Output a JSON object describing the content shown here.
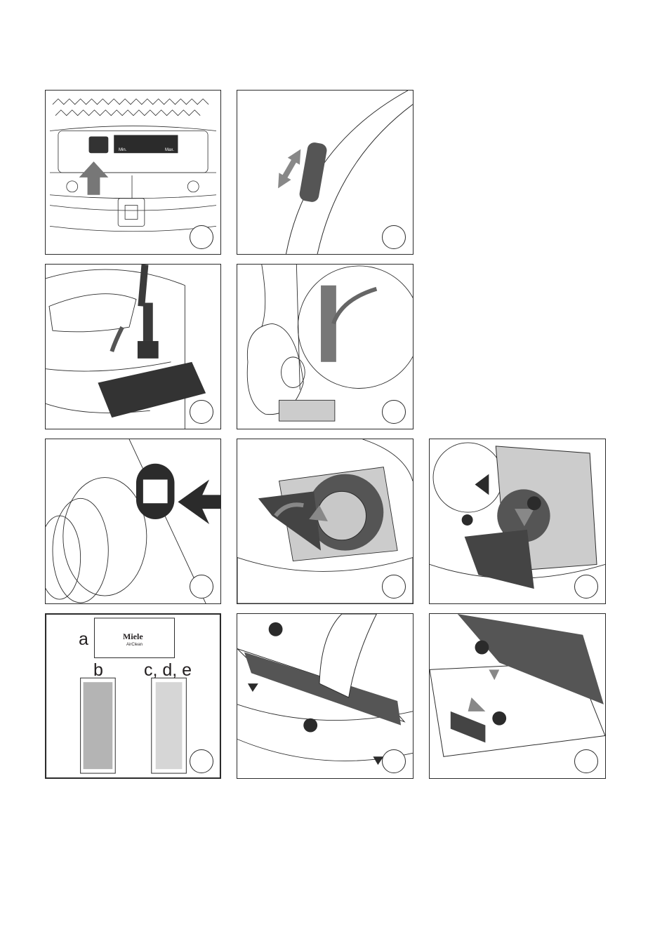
{
  "panels": [
    {
      "id": "p1",
      "content": "control panel with bag indicator"
    },
    {
      "id": "p2"
    },
    {
      "id": "p3"
    },
    {
      "id": "p4"
    },
    {
      "id": "p5"
    },
    {
      "id": "p6"
    },
    {
      "id": "p7"
    },
    {
      "id": "p8"
    },
    {
      "id": "p9"
    },
    {
      "id": "p10"
    }
  ],
  "indicator": {
    "min_left": "Min.",
    "max_right": "Max."
  },
  "filter_labels": {
    "a": "a",
    "b": "b",
    "cde": "c, d, e"
  },
  "airclean": {
    "brand": "Miele",
    "product": "AirClean"
  },
  "colors": {
    "line": "#2b2b2b",
    "arrow_dark": "#555555",
    "arrow_light": "#999999",
    "grey_fill": "#c8c8c8"
  }
}
